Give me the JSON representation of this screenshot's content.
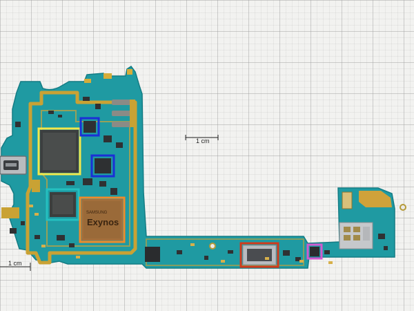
{
  "scale_bars": {
    "center_label": "1 cm",
    "left_label": "1 cm"
  },
  "chip_markings": {
    "processor_brand": "Exynos"
  },
  "colors": {
    "board_teal": "#1f9aa2",
    "gold_trace": "#c9a234",
    "highlight_yellow": "#f2e64a",
    "highlight_blue": "#1b2fd6",
    "highlight_teal": "#24c0c0",
    "highlight_orange": "#f08a2a",
    "highlight_red": "#d23a1c",
    "highlight_pink": "#d15ad0"
  },
  "icons": {
    "usb": "usb-connector-icon",
    "sim": "sim-slot-icon"
  }
}
